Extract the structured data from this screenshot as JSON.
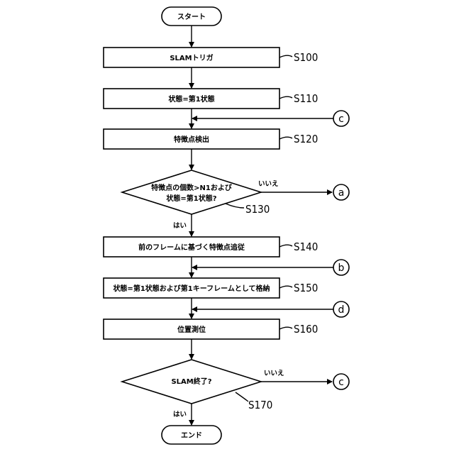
{
  "nodes": {
    "start": "スタート",
    "s100": "SLAMトリガ",
    "s110": "状態=第1状態",
    "s120": "特徴点検出",
    "s130_line1": "特徴点の個数>N1および",
    "s130_line2": "状態=第1状態?",
    "s140": "前のフレームに基づく特徴点追従",
    "s150": "状態=第1状態および第1キーフレームとして格納",
    "s160": "位置測位",
    "s170": "SLAM終了?",
    "end": "エンド"
  },
  "steps": {
    "s100": "S100",
    "s110": "S110",
    "s120": "S120",
    "s130": "S130",
    "s140": "S140",
    "s150": "S150",
    "s160": "S160",
    "s170": "S170"
  },
  "branches": {
    "s130_no": "いいえ",
    "s130_yes": "はい",
    "s170_no": "いいえ",
    "s170_yes": "はい"
  },
  "connectors": {
    "c_in": "c",
    "a_out": "a",
    "b_in": "b",
    "d_in": "d",
    "c_out": "c"
  }
}
